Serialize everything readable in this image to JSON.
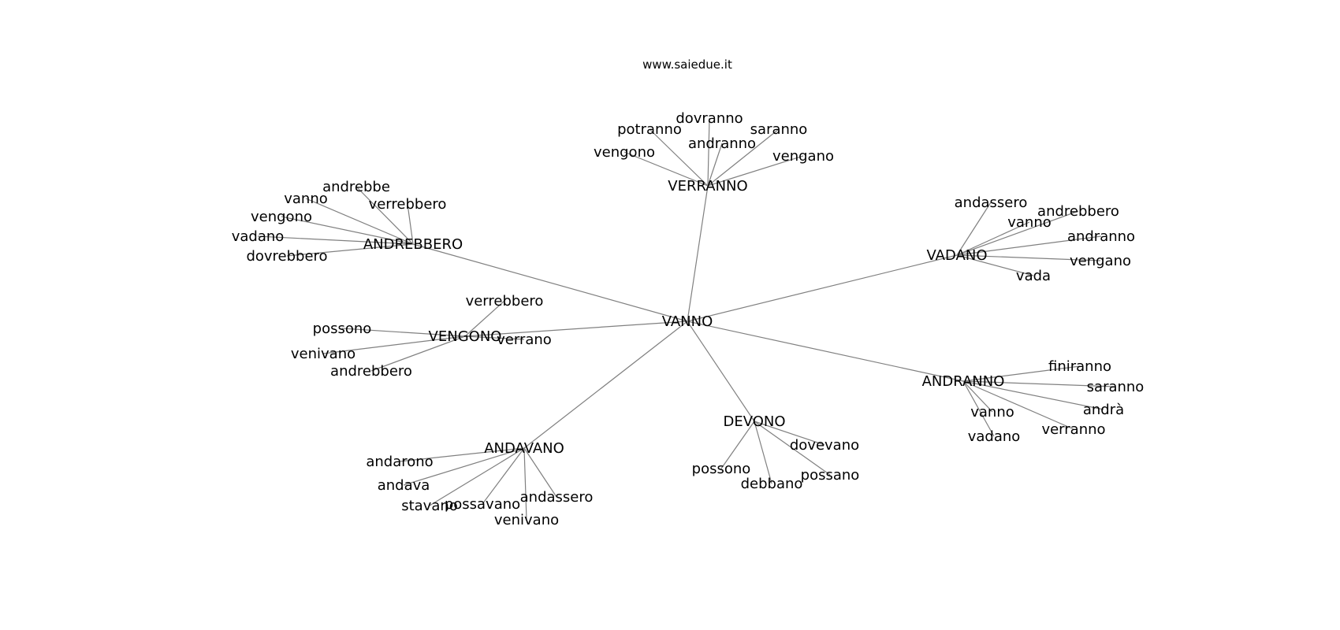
{
  "watermark": "www.saiedue.it",
  "diagram": {
    "type": "word-association-network",
    "root": "VANNO",
    "groups": [
      {
        "hub": "VERRANNO",
        "words": [
          "dovranno",
          "potranno",
          "saranno",
          "andranno",
          "vengono",
          "vengano"
        ]
      },
      {
        "hub": "ANDREBBERO",
        "words": [
          "andrebbe",
          "vanno",
          "verrebbero",
          "vengono",
          "vadano",
          "dovrebbero"
        ]
      },
      {
        "hub": "VADANO",
        "words": [
          "andassero",
          "andrebbero",
          "vanno",
          "andranno",
          "vengano",
          "vada"
        ]
      },
      {
        "hub": "VENGONO",
        "words": [
          "verrebbero",
          "possono",
          "verrano",
          "venivano",
          "andrebbero"
        ]
      },
      {
        "hub": "ANDRANNO",
        "words": [
          "finiranno",
          "saranno",
          "andrà",
          "vanno",
          "verranno",
          "vadano"
        ]
      },
      {
        "hub": "DEVONO",
        "words": [
          "dovevano",
          "possono",
          "possano",
          "debbano"
        ]
      },
      {
        "hub": "ANDAVANO",
        "words": [
          "andarono",
          "andava",
          "andassero",
          "stavano",
          "possavano",
          "venivano"
        ]
      }
    ]
  }
}
